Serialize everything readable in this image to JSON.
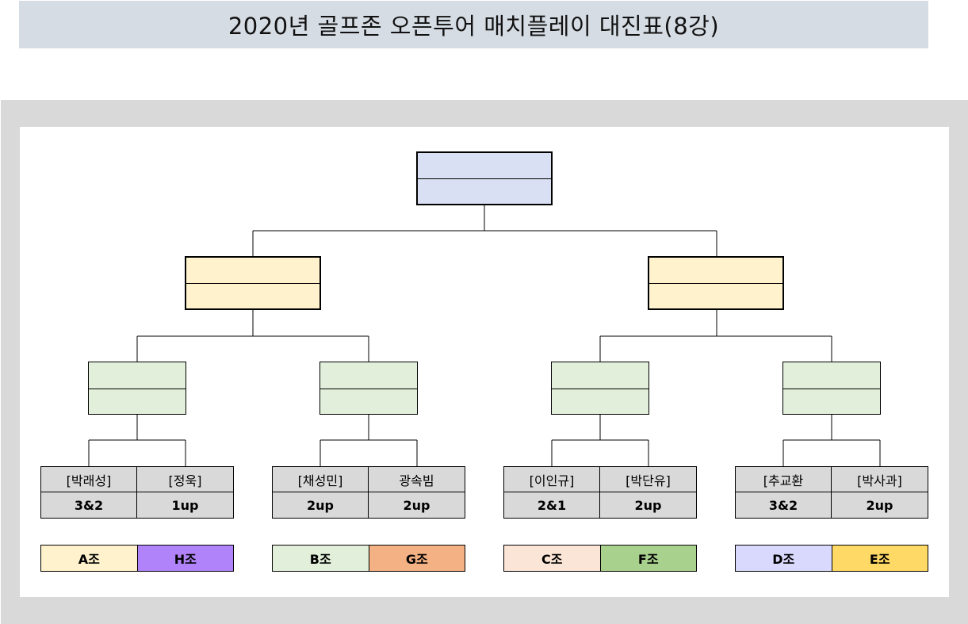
{
  "title": "2020년 골프존 오픈투어 매치플레이 대진표(8강)",
  "matches": [
    {
      "player1": "[박래성]",
      "player2": "[정욱]",
      "score1": "3&2",
      "score2": "1up"
    },
    {
      "player1": "[채성민]",
      "player2": "광속빔",
      "score1": "2up",
      "score2": "2up"
    },
    {
      "player1": "[이인규]",
      "player2": "[박단유]",
      "score1": "2&1",
      "score2": "2up"
    },
    {
      "player1": "[추교환",
      "player2": "[박사과]",
      "score1": "3&2",
      "score2": "2up"
    }
  ],
  "groups": [
    {
      "left": {
        "label": "A조",
        "color": "#fff2cc"
      },
      "right": {
        "label": "H조",
        "color": "#b183fa"
      }
    },
    {
      "left": {
        "label": "B조",
        "color": "#e2efda"
      },
      "right": {
        "label": "G조",
        "color": "#f4b183"
      }
    },
    {
      "left": {
        "label": "C조",
        "color": "#fbe5d6"
      },
      "right": {
        "label": "F조",
        "color": "#a9d18e"
      }
    },
    {
      "left": {
        "label": "D조",
        "color": "#d9d9fd"
      },
      "right": {
        "label": "E조",
        "color": "#ffd966"
      }
    }
  ],
  "colors": {
    "title_bg": "#d6dce4",
    "frame_bg": "#d9d9d9",
    "final_box": "#dae0f3",
    "semi_box": "#fff2cc",
    "quarter_box": "#e2efda",
    "match_box": "#d9d9d9"
  }
}
